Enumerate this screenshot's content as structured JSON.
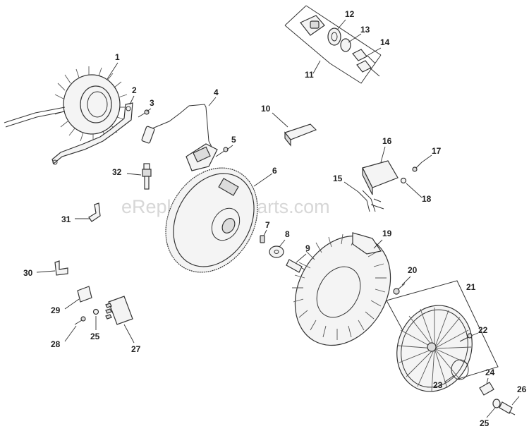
{
  "watermark": "eReplacementParts.com",
  "callouts": [
    "1",
    "2",
    "3",
    "4",
    "5",
    "6",
    "7",
    "8",
    "9",
    "10",
    "11",
    "12",
    "13",
    "14",
    "15",
    "16",
    "17",
    "18",
    "19",
    "20",
    "21",
    "22",
    "23",
    "24",
    "25",
    "25",
    "26",
    "27",
    "28",
    "29",
    "30",
    "31",
    "32"
  ]
}
